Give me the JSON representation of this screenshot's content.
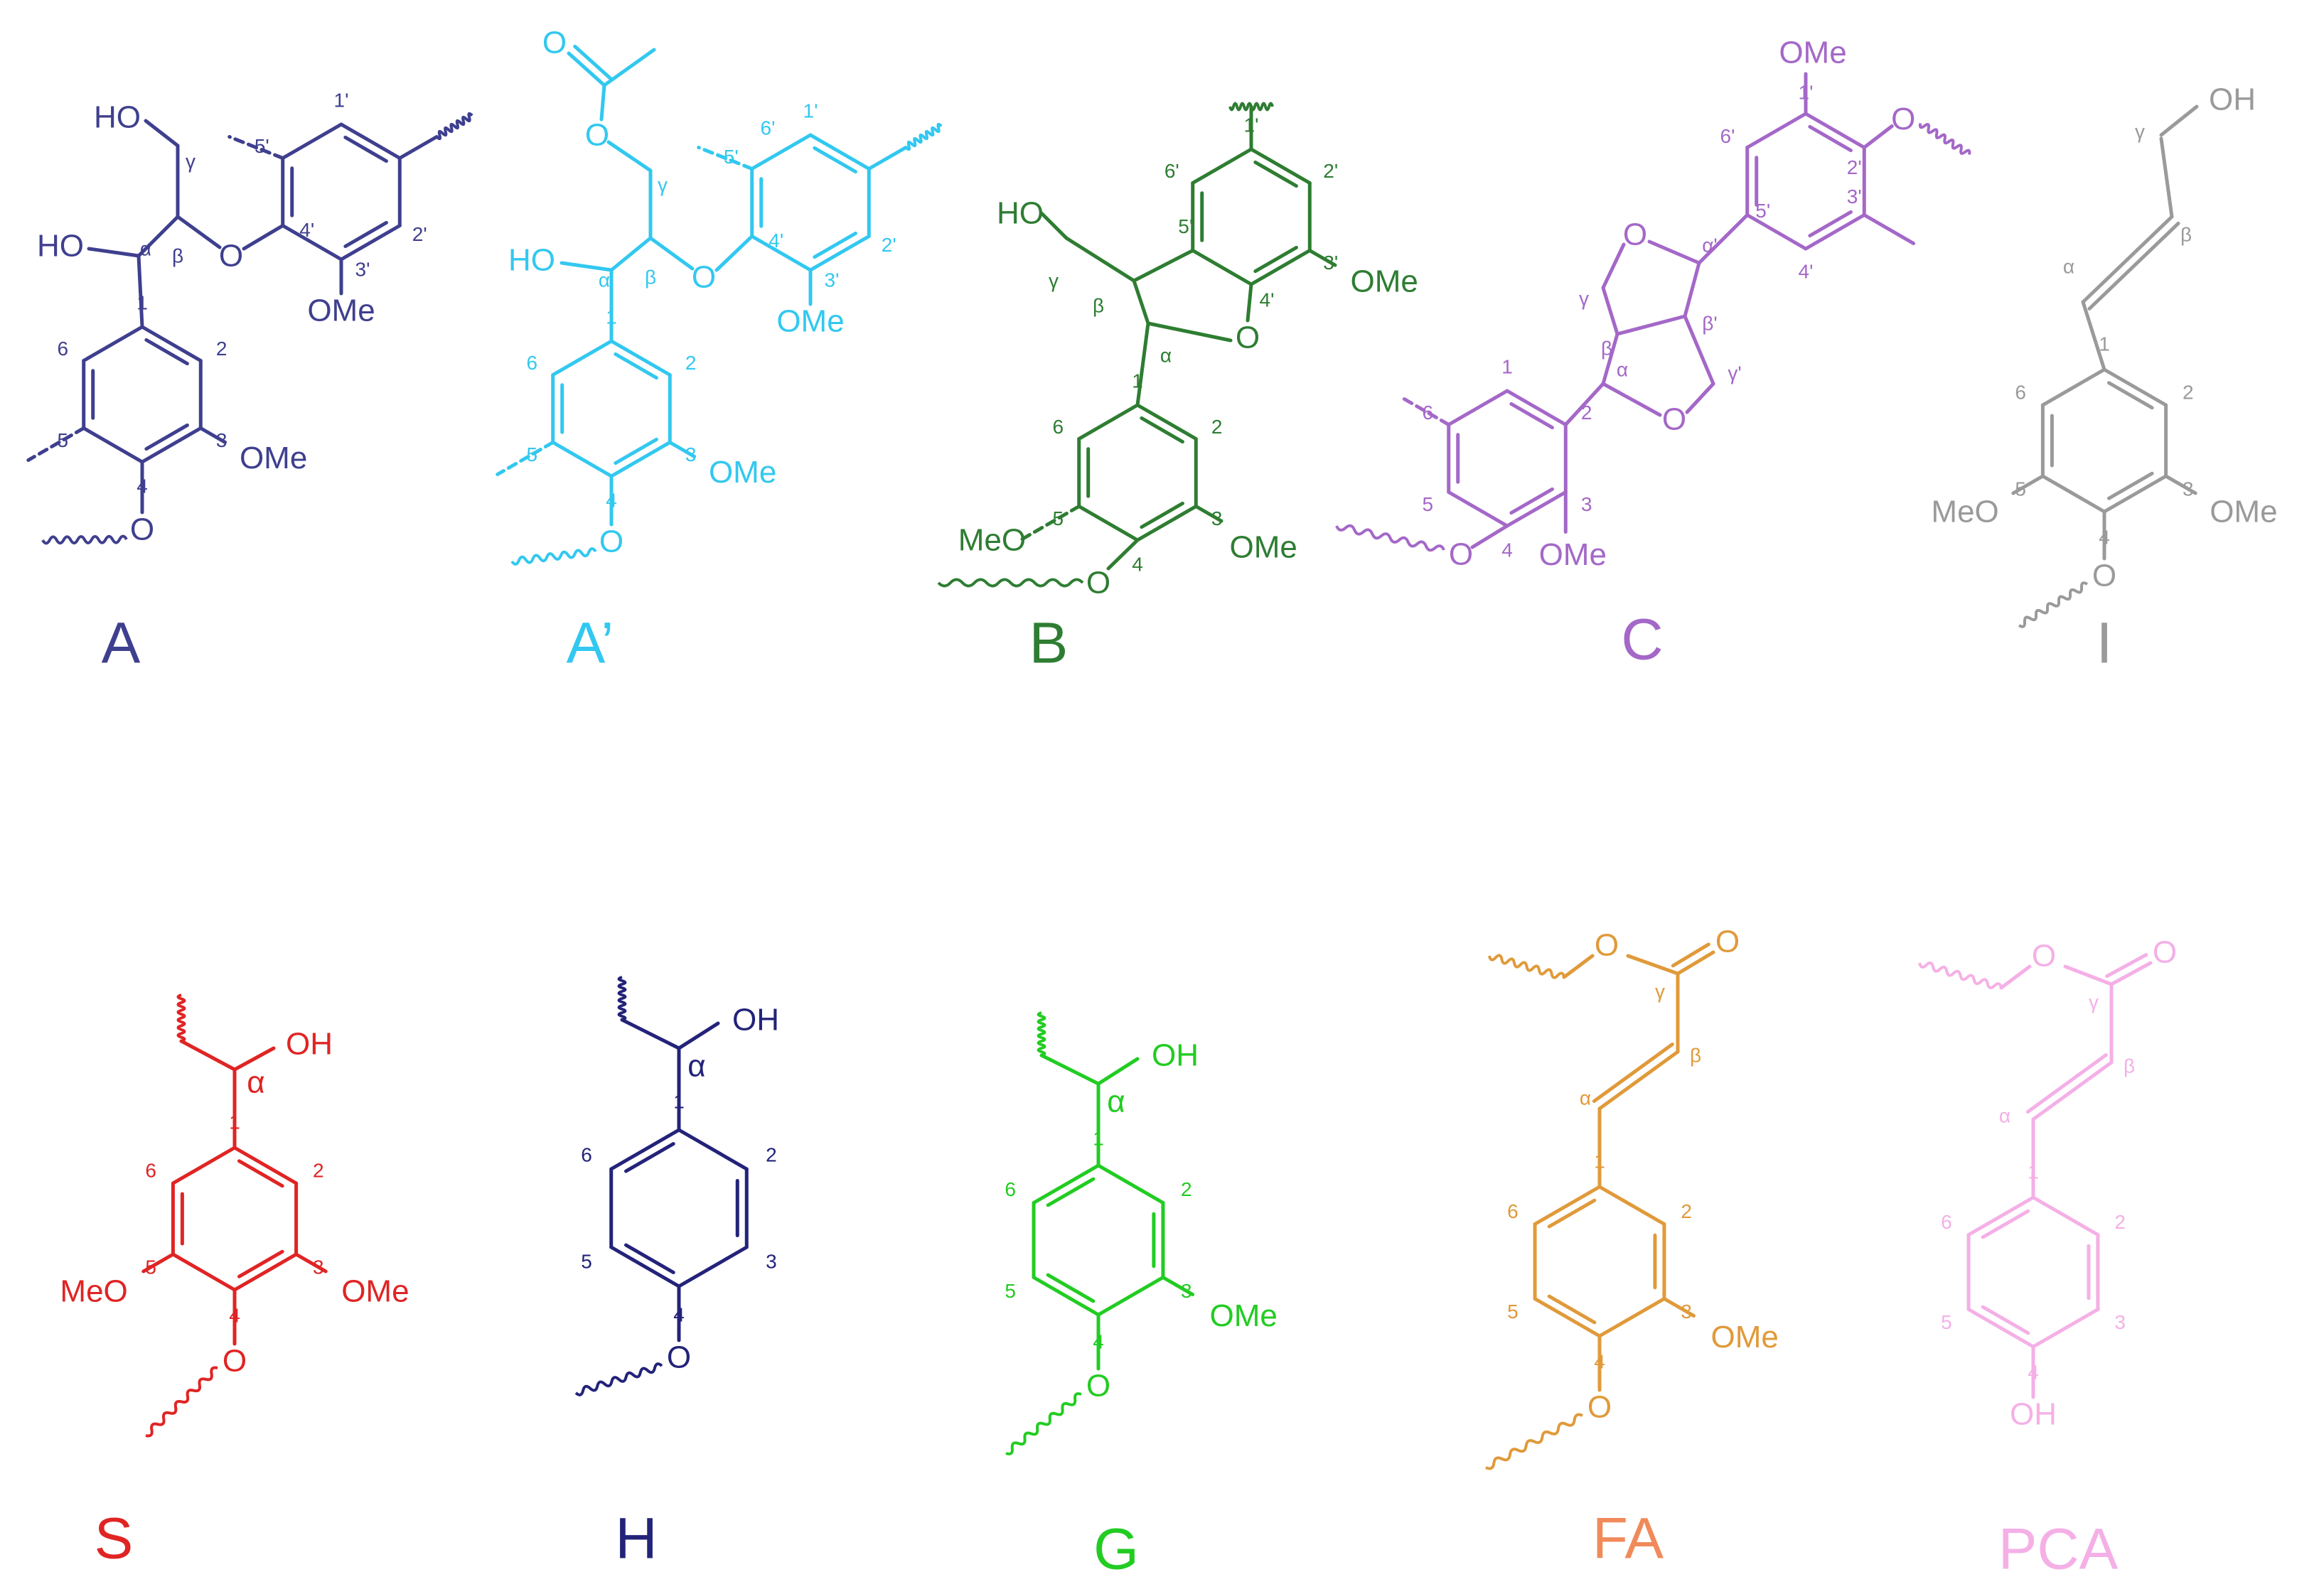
{
  "structures": [
    {
      "id": "A",
      "label": "A",
      "color": "#3f3f8f",
      "atoms": [
        "HO",
        "HO",
        "O",
        "OMe",
        "OMe",
        "O"
      ],
      "positions": [
        "1",
        "2",
        "3",
        "4",
        "5",
        "6",
        "1'",
        "2'",
        "3'",
        "4'",
        "5'"
      ],
      "greek": [
        "α",
        "β",
        "γ"
      ]
    },
    {
      "id": "A-prime",
      "label": "A’",
      "color": "#32c8f0",
      "atoms": [
        "O",
        "O",
        "HO",
        "O",
        "OMe",
        "OMe",
        "O"
      ],
      "positions": [
        "1",
        "2",
        "3",
        "4",
        "5",
        "6",
        "1'",
        "2'",
        "3'",
        "4'",
        "5'",
        "6'"
      ],
      "greek": [
        "α",
        "β",
        "γ"
      ]
    },
    {
      "id": "B",
      "label": "B",
      "color": "#2e7d32",
      "atoms": [
        "HO",
        "O",
        "OMe",
        "MeO",
        "O",
        "OMe"
      ],
      "positions": [
        "1",
        "2",
        "3",
        "4",
        "5",
        "6",
        "1'",
        "2'",
        "3'",
        "4'",
        "5'",
        "6'"
      ],
      "greek": [
        "α",
        "β",
        "γ"
      ]
    },
    {
      "id": "C",
      "label": "C",
      "color": "#a468c8",
      "atoms": [
        "OMe",
        "O",
        "O",
        "O",
        "O",
        "OMe"
      ],
      "positions": [
        "1",
        "2",
        "3",
        "4",
        "5",
        "6",
        "1'",
        "2'",
        "3'",
        "4'",
        "5'",
        "6'"
      ],
      "greek": [
        "α",
        "β",
        "γ",
        "α'",
        "β'",
        "γ'"
      ]
    },
    {
      "id": "I",
      "label": "I",
      "color": "#9a9a9a",
      "atoms": [
        "OH",
        "MeO",
        "OMe",
        "O"
      ],
      "positions": [
        "1",
        "2",
        "3",
        "4",
        "5",
        "6"
      ],
      "greek": [
        "α",
        "β",
        "γ"
      ]
    },
    {
      "id": "S",
      "label": "S",
      "color": "#e02424",
      "atoms": [
        "OH",
        "MeO",
        "OMe",
        "O"
      ],
      "positions": [
        "1",
        "2",
        "3",
        "4",
        "5",
        "6"
      ],
      "greek": [
        "α"
      ]
    },
    {
      "id": "H",
      "label": "H",
      "color": "#23237a",
      "atoms": [
        "OH",
        "O"
      ],
      "positions": [
        "1",
        "2",
        "3",
        "4",
        "5",
        "6"
      ],
      "greek": [
        "α"
      ]
    },
    {
      "id": "G",
      "label": "G",
      "color": "#22cc22",
      "atoms": [
        "OH",
        "OMe",
        "O"
      ],
      "positions": [
        "1",
        "2",
        "3",
        "4",
        "5",
        "6"
      ],
      "greek": [
        "α"
      ]
    },
    {
      "id": "FA",
      "label": "FA",
      "color": "#e09a3a",
      "label_color": "#f08a5a",
      "atoms": [
        "O",
        "O",
        "OMe",
        "O"
      ],
      "positions": [
        "1",
        "2",
        "3",
        "4",
        "5",
        "6"
      ],
      "greek": [
        "α",
        "β",
        "γ"
      ]
    },
    {
      "id": "PCA",
      "label": "PCA",
      "color": "#f4b0e6",
      "atoms": [
        "O",
        "O",
        "OH"
      ],
      "positions": [
        "1",
        "2",
        "3",
        "4",
        "5",
        "6"
      ],
      "greek": [
        "α",
        "β",
        "γ"
      ]
    }
  ]
}
